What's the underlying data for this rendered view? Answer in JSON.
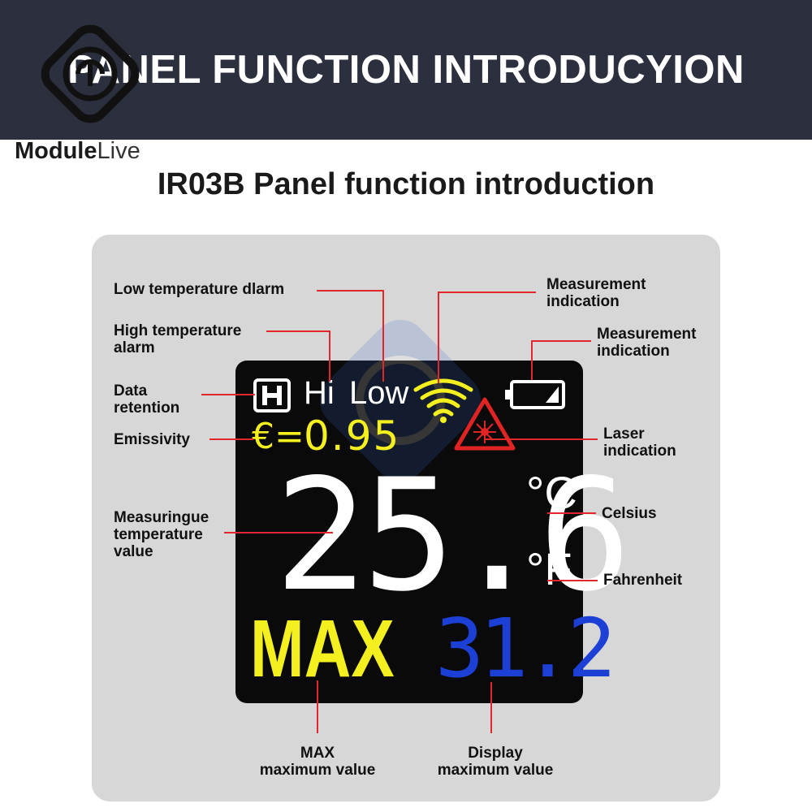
{
  "banner": {
    "title": "PANEL FUNCTION INTRODUCYION"
  },
  "brand": {
    "name_bold": "Module",
    "name_light": "Live"
  },
  "subtitle": "IR03B Panel function introduction",
  "display": {
    "hold_symbol": "H",
    "hi": "Hi",
    "low": "Low",
    "emissivity_symbol": "€=",
    "emissivity_value": "0.95",
    "temperature": "25.6",
    "celsius": "°C",
    "fahrenheit": "°F",
    "max_label": "MAX",
    "max_value": "31.2"
  },
  "labels": {
    "low_alarm": "Low temperature dlarm",
    "high_alarm_1": "High temperature",
    "high_alarm_2": "alarm",
    "data_retention_1": "Data",
    "data_retention_2": "retention",
    "emissivity": "Emissivity",
    "measuring_1": "Measuringue",
    "measuring_2": "temperature",
    "measuring_3": "value",
    "measurement_ind_1": "Measurement",
    "measurement_ind_2": "indication",
    "battery_ind_1": "Measurement",
    "battery_ind_2": "indication",
    "laser_1": "Laser",
    "laser_2": "indication",
    "celsius": "Celsius",
    "fahrenheit": "Fahrenheit",
    "max_1": "MAX",
    "max_2": "maximum value",
    "display_1": "Display",
    "display_2": "maximum value"
  },
  "colors": {
    "banner": "#2c2f3d",
    "callout_line": "#e0282a",
    "lcd_yellow": "#f4ef1e",
    "lcd_blue": "#1c3fd6",
    "lcd_white": "#ffffff",
    "laser_red": "#e02424"
  }
}
